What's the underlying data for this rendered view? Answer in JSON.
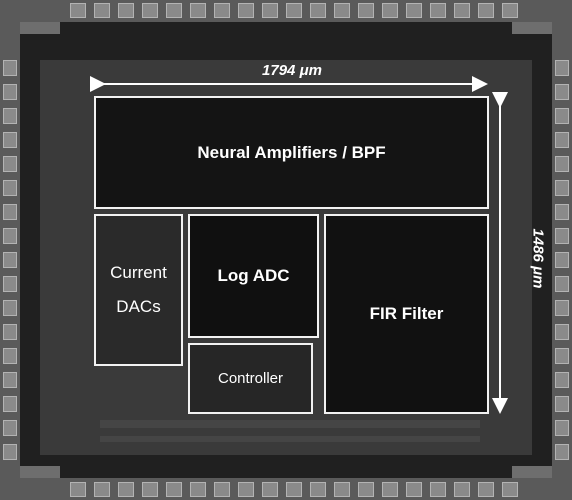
{
  "dimensions": {
    "width_label": "1794 μm",
    "height_label": "1486 μm"
  },
  "blocks": {
    "amplifiers": "Neural Amplifiers / BPF",
    "dacs": "Current\nDACs",
    "adc": "Log ADC",
    "controller": "Controller",
    "fir": "FIR Filter"
  },
  "colors": {
    "background": "#202020",
    "block_outline": "#f2f2f2",
    "text": "#ffffff"
  }
}
